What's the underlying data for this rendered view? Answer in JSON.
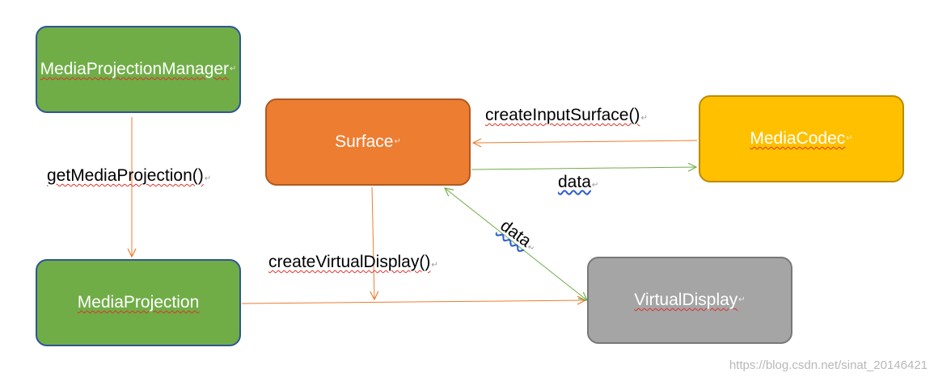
{
  "nodes": {
    "media_projection_manager": "MediaProjectionManager",
    "media_projection": "MediaProjection",
    "surface": "Surface",
    "media_codec": "MediaCodec",
    "virtual_display": "VirtualDisplay"
  },
  "edges": {
    "get_media_projection": "getMediaProjection()",
    "create_virtual_display": "createVirtualDisplay()",
    "create_input_surface": "createInputSurface()",
    "data_surface_to_codec": "data",
    "data_display_surface": "data"
  },
  "paragraph_mark": "↵",
  "watermark": "https://blog.csdn.net/sinat_20146421",
  "colors": {
    "green_node": "#70ad47",
    "orange_node": "#ed7d31",
    "yellow_node": "#ffc000",
    "gray_node": "#a5a5a5",
    "orange_arrow": "#ed7d31",
    "green_arrow": "#70ad47"
  }
}
